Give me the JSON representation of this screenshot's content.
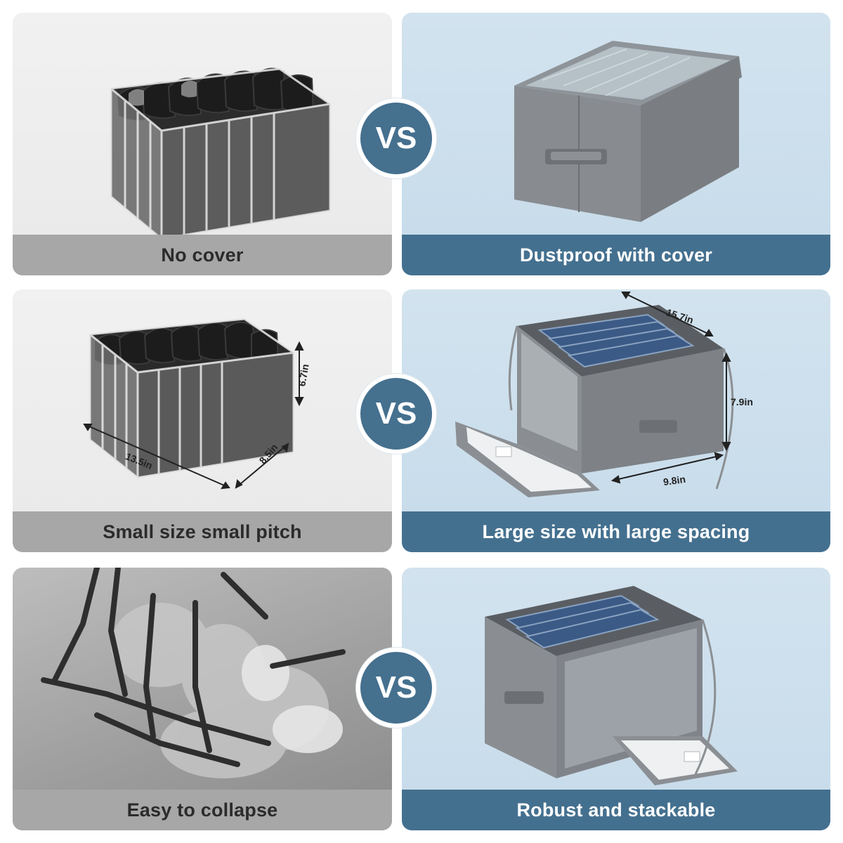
{
  "comparison": {
    "vs_label": "VS",
    "rows": [
      {
        "left_caption": "No cover",
        "right_caption": "Dustproof with cover"
      },
      {
        "left_caption": "Small size small pitch",
        "right_caption": "Large size with large spacing"
      },
      {
        "left_caption": "Easy to collapse",
        "right_caption": "Robust and stackable"
      }
    ]
  },
  "dimensions": {
    "small": {
      "length": "13.5in",
      "width": "8.5in",
      "height": "6.7in"
    },
    "large": {
      "length": "15.7in",
      "width": "9.8in",
      "height": "7.9in"
    }
  },
  "colors": {
    "left_panel_bg": "#ebebeb",
    "left_caption_bg": "#a7a7a7",
    "right_panel_bg": "#cadcea",
    "right_caption_bg": "#44708f",
    "vs_badge": "#45708e"
  }
}
